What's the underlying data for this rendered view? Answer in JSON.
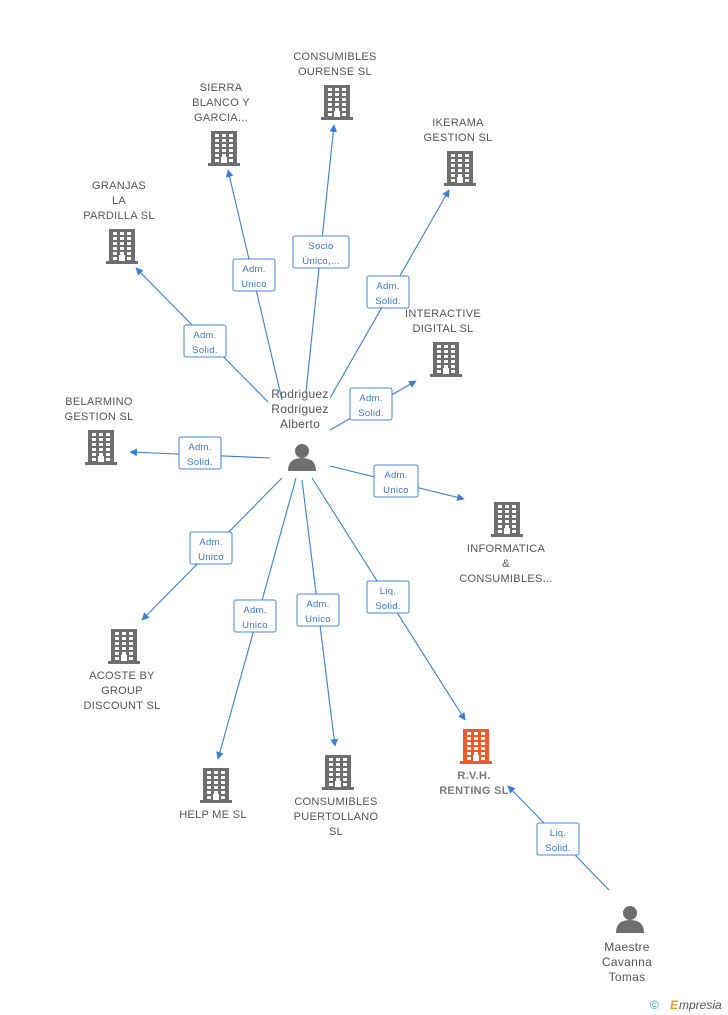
{
  "colors": {
    "edge": "#3a7ed8",
    "node_gray": "#6e6e6e",
    "target_orange": "#f05a28",
    "brand_orange": "#e8a020",
    "copyright_teal": "#2a9dbf"
  },
  "nodes": [
    {
      "id": "consumibles_ourense",
      "kind": "company",
      "icon": "building-icon",
      "label": [
        "CONSUMIBLES",
        "OURENSE SL"
      ]
    },
    {
      "id": "sierra_blanco",
      "kind": "company",
      "icon": "building-icon",
      "label": [
        "SIERRA",
        "BLANCO Y",
        "GARCIA..."
      ]
    },
    {
      "id": "ikerama",
      "kind": "company",
      "icon": "building-icon",
      "label": [
        "IKERAMA",
        "GESTION SL"
      ]
    },
    {
      "id": "granjas",
      "kind": "company",
      "icon": "building-icon",
      "label": [
        "GRANJAS",
        "LA",
        "PARDILLA SL"
      ]
    },
    {
      "id": "interactive",
      "kind": "company",
      "icon": "building-icon",
      "label": [
        "INTERACTIVE",
        "DIGITAL  SL"
      ]
    },
    {
      "id": "belarmino",
      "kind": "company",
      "icon": "building-icon",
      "label": [
        "BELARMINO",
        "GESTION SL"
      ]
    },
    {
      "id": "rodriguez",
      "kind": "person",
      "icon": "person-icon",
      "label": [
        "Rodriguez",
        "Rodriguez",
        "Alberto"
      ]
    },
    {
      "id": "informatica",
      "kind": "company",
      "icon": "building-icon",
      "label": [
        "INFORMATICA",
        "&",
        "CONSUMIBLES..."
      ]
    },
    {
      "id": "acoste",
      "kind": "company",
      "icon": "building-icon",
      "label": [
        "ACOSTE BY",
        "GROUP",
        "DISCOUNT SL"
      ]
    },
    {
      "id": "helpme",
      "kind": "company",
      "icon": "building-icon",
      "label": [
        "HELP ME SL"
      ]
    },
    {
      "id": "consumibles_puertollano",
      "kind": "company",
      "icon": "building-icon",
      "label": [
        "CONSUMIBLES",
        "PUERTOLLANO",
        "SL"
      ]
    },
    {
      "id": "rvh",
      "kind": "company",
      "icon": "building-icon",
      "target": true,
      "label": [
        "R.V.H.",
        "RENTING SL"
      ]
    },
    {
      "id": "maestre",
      "kind": "person",
      "icon": "person-icon",
      "label": [
        "Maestre",
        "Cavanna",
        "Tomas"
      ]
    }
  ],
  "edges": [
    {
      "from": "rodriguez",
      "to": "consumibles_ourense",
      "label": [
        "Socio",
        "Único,..."
      ]
    },
    {
      "from": "rodriguez",
      "to": "sierra_blanco",
      "label": [
        "Adm.",
        "Unico"
      ]
    },
    {
      "from": "rodriguez",
      "to": "ikerama",
      "label": [
        "Adm.",
        "Solid."
      ]
    },
    {
      "from": "rodriguez",
      "to": "granjas",
      "label": [
        "Adm.",
        "Solid."
      ]
    },
    {
      "from": "rodriguez",
      "to": "interactive",
      "label": [
        "Adm.",
        "Solid."
      ]
    },
    {
      "from": "rodriguez",
      "to": "belarmino",
      "label": [
        "Adm.",
        "Solid."
      ]
    },
    {
      "from": "rodriguez",
      "to": "informatica",
      "label": [
        "Adm.",
        "Unico"
      ]
    },
    {
      "from": "rodriguez",
      "to": "acoste",
      "label": [
        "Adm.",
        "Unico"
      ]
    },
    {
      "from": "rodriguez",
      "to": "helpme",
      "label": [
        "Adm.",
        "Unico"
      ]
    },
    {
      "from": "rodriguez",
      "to": "consumibles_puertollano",
      "label": [
        "Adm.",
        "Unico"
      ]
    },
    {
      "from": "rodriguez",
      "to": "rvh",
      "label": [
        "Liq.",
        "Solid."
      ]
    },
    {
      "from": "maestre",
      "to": "rvh",
      "label": [
        "Liq.",
        "Solid."
      ]
    }
  ],
  "footer": {
    "copyright_symbol": "©",
    "brand_initial": "E",
    "brand_rest": "mpresia"
  }
}
